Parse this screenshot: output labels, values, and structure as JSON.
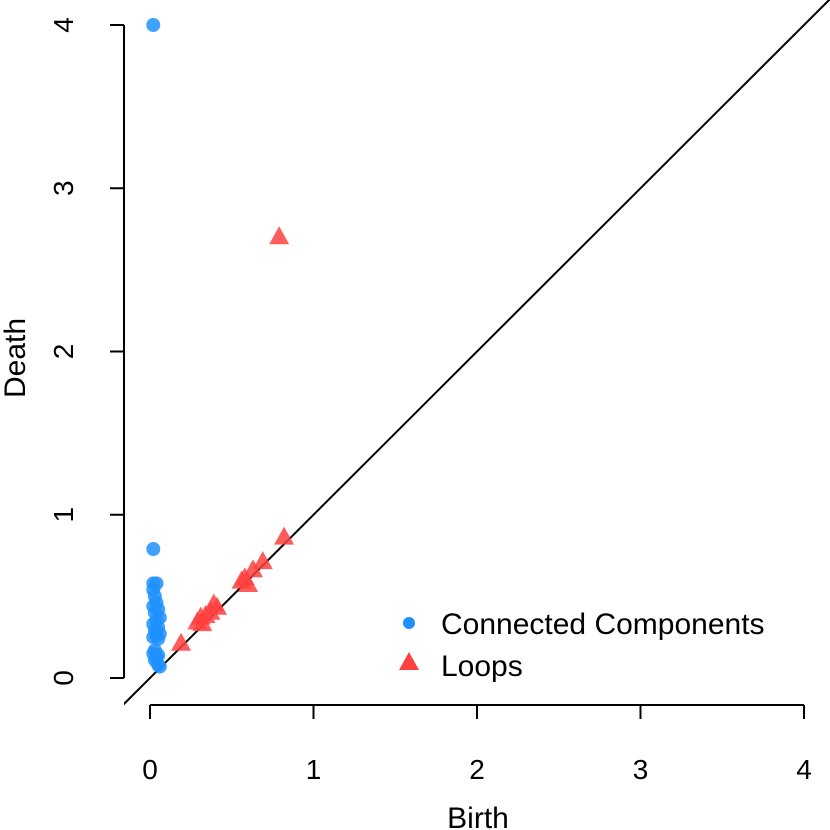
{
  "chart_data": {
    "type": "scatter",
    "xlabel": "Birth",
    "ylabel": "Death",
    "xlim": [
      0,
      4
    ],
    "ylim": [
      0,
      4
    ],
    "x_ticks": [
      "0",
      "1",
      "2",
      "3",
      "4"
    ],
    "y_ticks": [
      "0",
      "1",
      "2",
      "3",
      "4"
    ],
    "diagonal": true,
    "legend_position": "bottom-right",
    "series": [
      {
        "name": "Connected Components",
        "marker": "circle",
        "color": "#1E90FF",
        "points": [
          [
            0.02,
            4.0
          ],
          [
            0.02,
            0.79
          ],
          [
            0.02,
            0.58
          ],
          [
            0.04,
            0.58
          ],
          [
            0.02,
            0.54
          ],
          [
            0.03,
            0.5
          ],
          [
            0.04,
            0.46
          ],
          [
            0.02,
            0.44
          ],
          [
            0.05,
            0.42
          ],
          [
            0.03,
            0.4
          ],
          [
            0.06,
            0.37
          ],
          [
            0.04,
            0.35
          ],
          [
            0.02,
            0.33
          ],
          [
            0.05,
            0.31
          ],
          [
            0.03,
            0.29
          ],
          [
            0.06,
            0.27
          ],
          [
            0.04,
            0.26
          ],
          [
            0.02,
            0.25
          ],
          [
            0.05,
            0.24
          ],
          [
            0.03,
            0.17
          ],
          [
            0.02,
            0.15
          ],
          [
            0.05,
            0.14
          ],
          [
            0.04,
            0.13
          ],
          [
            0.03,
            0.11
          ],
          [
            0.05,
            0.08
          ],
          [
            0.06,
            0.07
          ]
        ]
      },
      {
        "name": "Loops",
        "marker": "triangle",
        "color": "#FF4040",
        "points": [
          [
            0.79,
            2.7
          ],
          [
            0.82,
            0.86
          ],
          [
            0.69,
            0.71
          ],
          [
            0.63,
            0.66
          ],
          [
            0.58,
            0.61
          ],
          [
            0.56,
            0.59
          ],
          [
            0.6,
            0.57
          ],
          [
            0.41,
            0.43
          ],
          [
            0.39,
            0.45
          ],
          [
            0.37,
            0.4
          ],
          [
            0.34,
            0.38
          ],
          [
            0.31,
            0.37
          ],
          [
            0.29,
            0.34
          ],
          [
            0.32,
            0.33
          ],
          [
            0.19,
            0.21
          ]
        ]
      }
    ]
  }
}
